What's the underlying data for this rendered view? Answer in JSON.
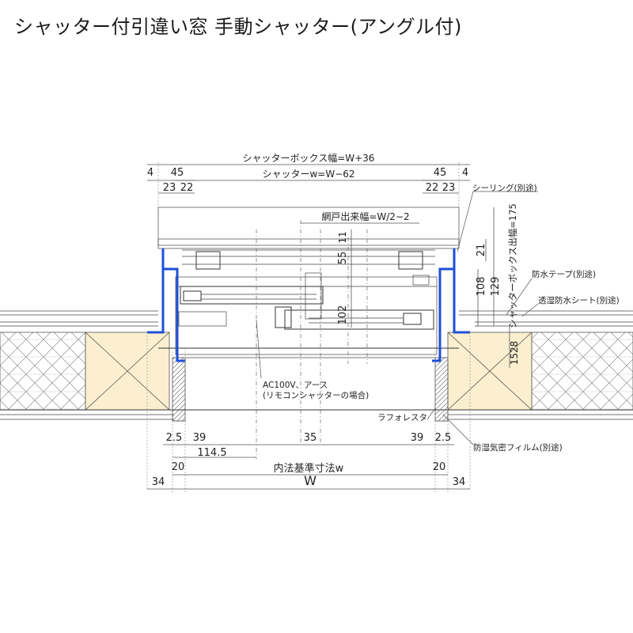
{
  "title": "シャッター付引違い窓 手動シャッター(アングル付)",
  "dimensions": {
    "box_width": "シャッターボックス幅=W+36",
    "shutter_width": "シャッターw=W−62",
    "screen_width": "網戸出来幅=W/2−2",
    "box_projection": "シャッターボックス出幅=175",
    "top_left_4": "4",
    "top_left_45": "45",
    "top_left_23": "23",
    "top_left_22": "22",
    "top_right_45": "45",
    "top_right_4": "4",
    "top_right_22": "22",
    "top_right_23": "23",
    "v_11": "11",
    "v_55": "55",
    "v_102": "102",
    "v_21": "21",
    "v_108": "108",
    "v_129": "129",
    "v_1528": "1528",
    "b_l_25": "2.5",
    "b_l_39": "39",
    "b_35": "35",
    "b_r_39": "39",
    "b_r_25": "2.5",
    "b_1145": "114.5",
    "b_l_20": "20",
    "b_r_20": "20",
    "inner_std": "内法基準寸法w",
    "W": "W",
    "b_l_34": "34",
    "b_r_34": "34"
  },
  "annotations": {
    "sealing": "シーリング(別途)",
    "waterproof_tape": "防水テープ(別途)",
    "breathable_sheet": "透湿防水シート(別途)",
    "ac_line1": "AC100V、アース",
    "ac_line2": "(リモコンシャッターの場合)",
    "lath": "ラフォレスタ",
    "vapor_film": "防湿気密フィルム(別途)"
  }
}
